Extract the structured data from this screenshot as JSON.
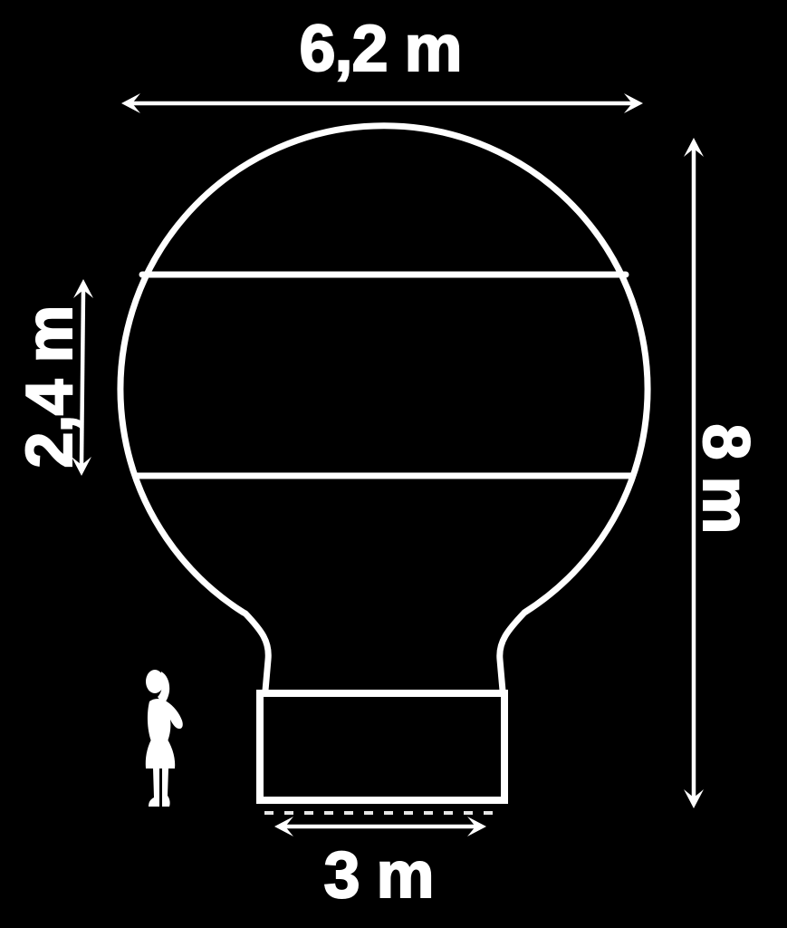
{
  "canvas": {
    "background": "#000000",
    "line_color": "#ffffff"
  },
  "diagram": {
    "type": "dimension-diagram",
    "subject": "inflatable hot air balloon with banded envelope, basket and human figure for scale",
    "labels": {
      "top_width": "6,2 m",
      "band_height": "2,4 m",
      "total_height": "8 m",
      "basket_width": "3 m"
    }
  }
}
